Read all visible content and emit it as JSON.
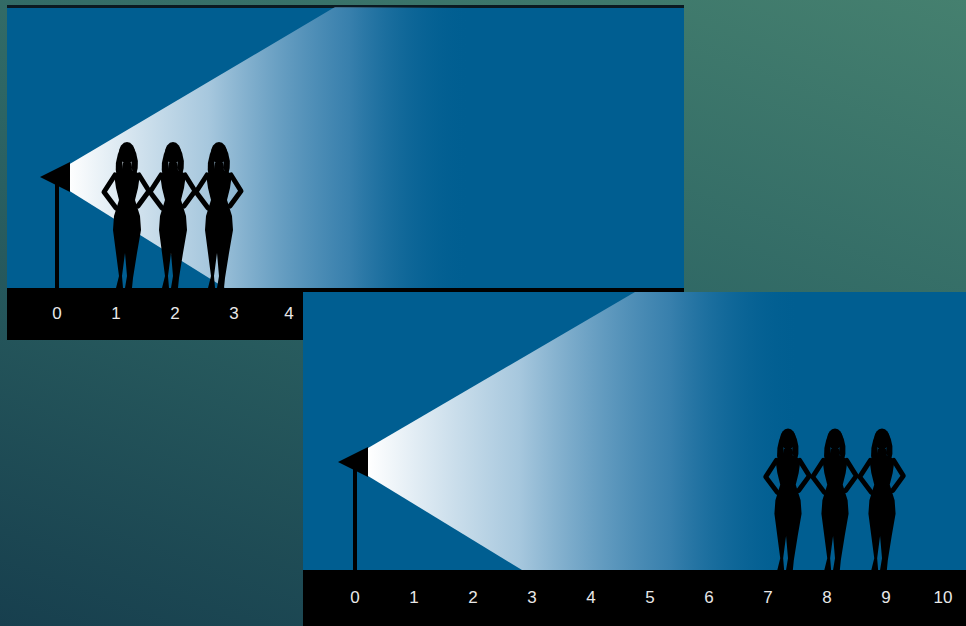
{
  "diagram": {
    "labels": [
      "0",
      "1",
      "2",
      "3",
      "4",
      "0",
      "1",
      "2",
      "3",
      "4",
      "5",
      "6",
      "7",
      "8",
      "9",
      "10"
    ]
  }
}
